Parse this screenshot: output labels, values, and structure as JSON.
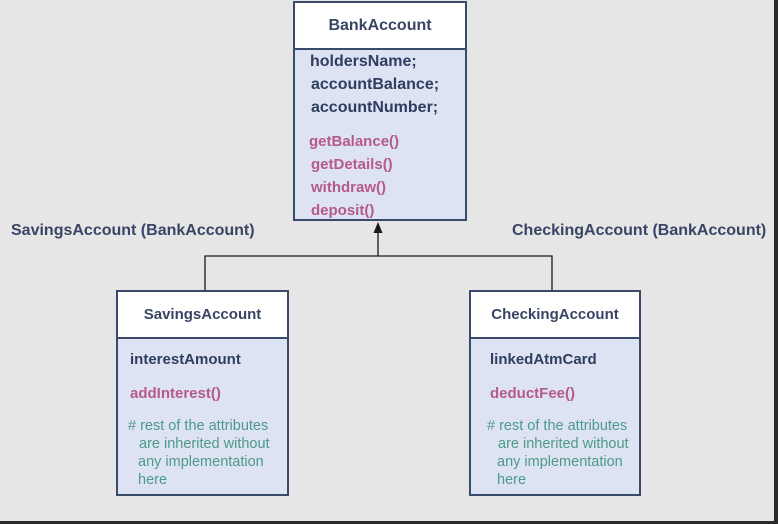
{
  "labels": {
    "left": "SavingsAccount (BankAccount)",
    "right": "CheckingAccount (BankAccount)"
  },
  "bank_account": {
    "name": "BankAccount",
    "attributes": [
      "holdersName;",
      "accountBalance;",
      "accountNumber;"
    ],
    "methods": [
      "getBalance()",
      "getDetails()",
      "withdraw()",
      "deposit()"
    ]
  },
  "savings_account": {
    "name": "SavingsAccount",
    "attributes": [
      "interestAmount"
    ],
    "methods": [
      "addInterest()"
    ],
    "note_lines": [
      "# rest of the attributes",
      "are inherited without",
      "any implementation",
      "here"
    ]
  },
  "checking_account": {
    "name": "CheckingAccount",
    "attributes": [
      "linkedAtmCard"
    ],
    "methods": [
      "deductFee()"
    ],
    "note_lines": [
      "# rest of the attributes",
      "are inherited without",
      "any implementation",
      "here"
    ]
  },
  "colors": {
    "background": "#e6e6e6",
    "box_fill": "#dde3f3",
    "box_border": "#3a4a6b",
    "attribute_text": "#2f3d5f",
    "method_text": "#b55a8c",
    "note_text": "#4d9a8a"
  }
}
